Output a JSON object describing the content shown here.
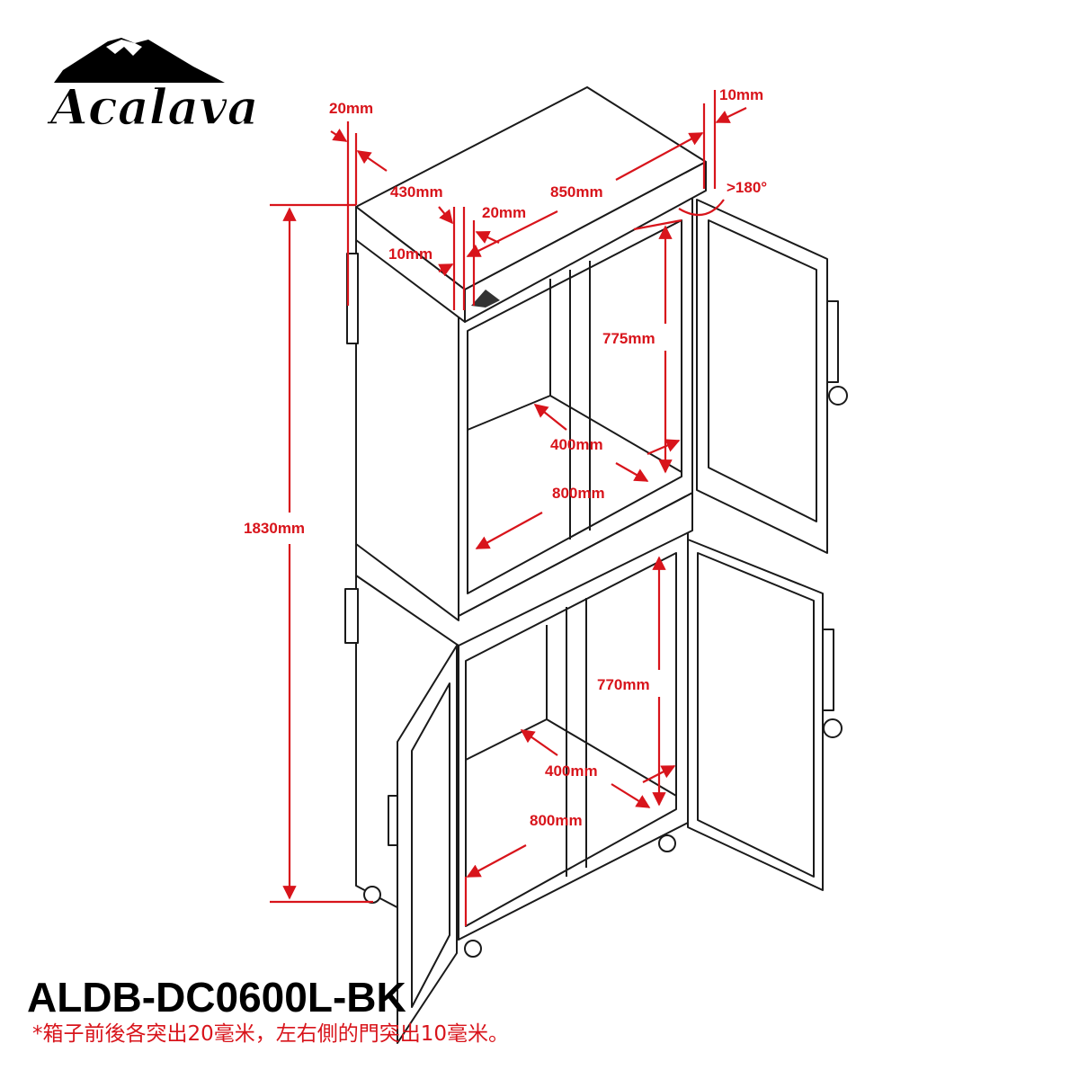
{
  "logo": {
    "brand": "Acalava"
  },
  "dimensions": {
    "front_back_overhang": "20mm",
    "side_door_overhang": "10mm",
    "door_angle": ">180°",
    "depth": "430mm",
    "width": "850mm",
    "front_overhang_inner": "20mm",
    "side_overhang_inner": "10mm",
    "upper_inner_height": "775mm",
    "upper_inner_depth": "400mm",
    "upper_inner_width": "800mm",
    "total_height": "1830mm",
    "lower_inner_height": "770mm",
    "lower_inner_depth": "400mm",
    "lower_inner_width": "800mm"
  },
  "model": "ALDB-DC0600L-BK",
  "note": "*箱子前後各突出20毫米，左右側的門突出10毫米。",
  "colors": {
    "dimension": "#d8141b",
    "line": "#1a1a1a"
  }
}
